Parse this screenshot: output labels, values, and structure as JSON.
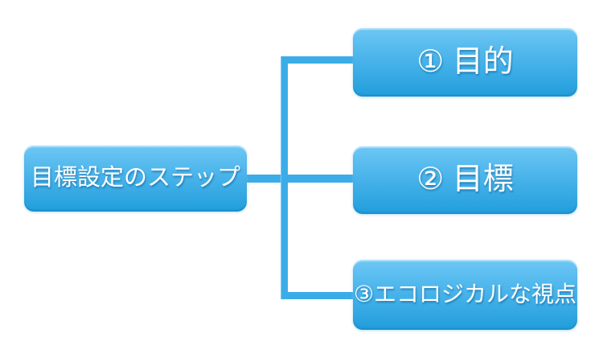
{
  "diagram": {
    "title_hint": "goal-setting-steps-hierarchy",
    "root": {
      "label": "目標設定のステップ"
    },
    "children": [
      {
        "label": "① 目的"
      },
      {
        "label": "② 目標"
      },
      {
        "label": "③エコロジカルな視点"
      }
    ],
    "colors": {
      "node_gradient_top": "#66C2F2",
      "node_gradient_bottom": "#209EDB",
      "connector": "#3BACE8",
      "text": "#FFFFFF",
      "background": "#FFFFFF"
    },
    "layout_hint": "root node on left connected by elbow lines to three child nodes stacked on right"
  }
}
